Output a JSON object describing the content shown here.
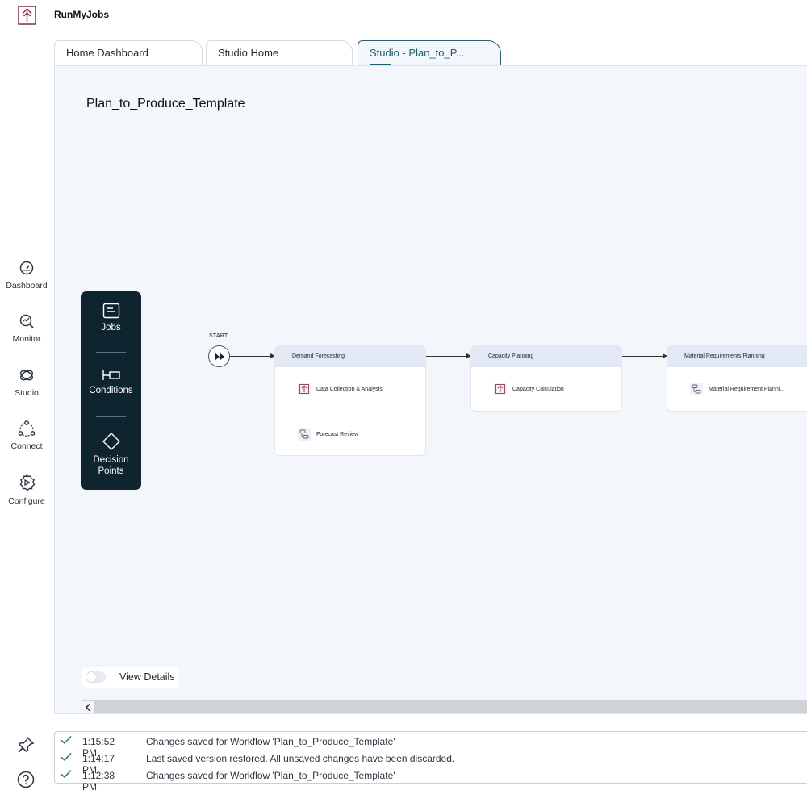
{
  "app": {
    "title": "RunMyJobs",
    "logo_icon": "tree-logo-icon",
    "brand_color": "#8a3a4a"
  },
  "nav": {
    "items": [
      {
        "label": "Dashboard",
        "icon": "speedometer-icon"
      },
      {
        "label": "Monitor",
        "icon": "monitor-icon"
      },
      {
        "label": "Studio",
        "icon": "studio-icon"
      },
      {
        "label": "Connect",
        "icon": "connect-icon"
      },
      {
        "label": "Configure",
        "icon": "configure-gear-icon"
      }
    ],
    "pin_icon": "pin-icon",
    "help_icon": "help-icon"
  },
  "tabs": [
    {
      "label": "Home Dashboard",
      "active": false
    },
    {
      "label": "Studio Home",
      "active": false
    },
    {
      "label": "Studio - Plan_to_P...",
      "active": true
    }
  ],
  "workflow": {
    "title": "Plan_to_Produce_Template",
    "start_label": "START",
    "palette": [
      {
        "label": "Jobs",
        "icon": "jobs-icon"
      },
      {
        "label": "Conditions",
        "icon": "conditions-icon"
      },
      {
        "label": "Decision Points",
        "icon": "decision-diamond-icon"
      }
    ],
    "stages": [
      {
        "title": "Demand Forecasting",
        "jobs": [
          {
            "label": "Data Collection & Analysis"
          },
          {
            "label": "Forecast Review"
          }
        ]
      },
      {
        "title": "Capacity Planning",
        "jobs": [
          {
            "label": "Capacity Calculation"
          }
        ]
      },
      {
        "title": "Material Requirements Planning",
        "jobs": [
          {
            "label": "Material Requirement Planni..."
          }
        ]
      }
    ],
    "view_details": {
      "label": "View Details",
      "enabled": false
    }
  },
  "log": [
    {
      "time": "1:15:52 PM",
      "message": "Changes saved for Workflow 'Plan_to_Produce_Template'"
    },
    {
      "time": "1:14:17 PM",
      "message": "Last saved version restored. All unsaved changes have been discarded."
    },
    {
      "time": "1:12:38 PM",
      "message": "Changes saved for Workflow 'Plan_to_Produce_Template'"
    }
  ]
}
